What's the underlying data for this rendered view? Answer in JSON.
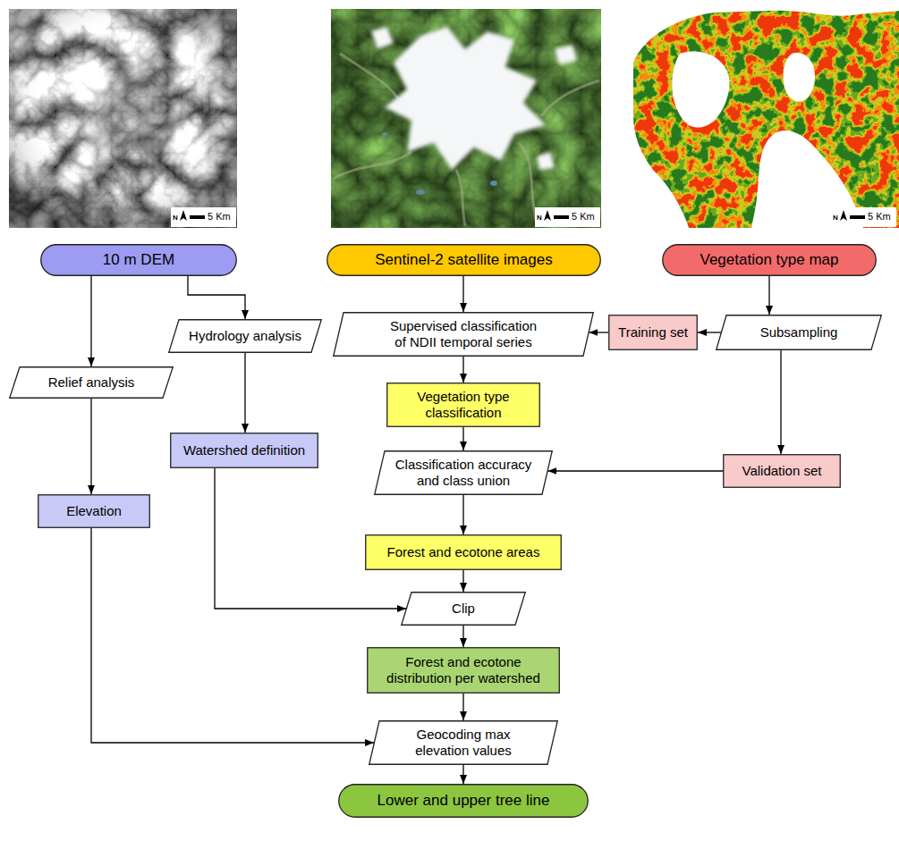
{
  "diagram": {
    "nodes": [
      {
        "text": [
          "10 m DEM"
        ]
      },
      {
        "text": [
          "Sentinel-2 satellite images"
        ]
      },
      {
        "text": [
          "Vegetation type map"
        ]
      },
      {
        "text": [
          "Hydrology analysis"
        ]
      },
      {
        "text": [
          "Supervised classification of NDII temporal series"
        ]
      },
      {
        "text": [
          "Training set"
        ]
      },
      {
        "text": [
          "Subsampling"
        ]
      },
      {
        "text": [
          "Relief analysis"
        ]
      },
      {
        "text": [
          "Vegetation type classification"
        ]
      },
      {
        "text": [
          "Watershed definition"
        ]
      },
      {
        "text": [
          "Classification accuracy and class union"
        ]
      },
      {
        "text": [
          "Validation set"
        ]
      },
      {
        "text": [
          "Elevation"
        ]
      },
      {
        "text": [
          "Forest and ecotone areas"
        ]
      },
      {
        "text": [
          "Clip"
        ]
      },
      {
        "text": [
          "Forest and ecotone distribution per watershed"
        ]
      },
      {
        "text": [
          "Geocoding max elevation values"
        ]
      },
      {
        "text": [
          "Lower and upper tree line"
        ]
      }
    ],
    "edges": [
      {
        "from": 0,
        "to": 7,
        "arrow": "to"
      },
      {
        "from": 0,
        "to": 3,
        "arrow": "to"
      },
      {
        "from": 1,
        "to": 4,
        "arrow": "to"
      },
      {
        "from": 2,
        "to": 6,
        "arrow": "to"
      },
      {
        "from": 6,
        "to": 5,
        "arrow": "to"
      },
      {
        "from": 5,
        "to": 4,
        "arrow": "to"
      },
      {
        "from": 7,
        "to": 12,
        "arrow": "to"
      },
      {
        "from": 3,
        "to": 9,
        "arrow": "to"
      },
      {
        "from": 4,
        "to": 8,
        "arrow": "to"
      },
      {
        "from": 8,
        "to": 10,
        "arrow": "to"
      },
      {
        "from": 6,
        "to": 11,
        "arrow": "to"
      },
      {
        "from": 11,
        "to": 10,
        "arrow": "to"
      },
      {
        "from": 10,
        "to": 13,
        "arrow": "to"
      },
      {
        "from": 13,
        "to": 14,
        "arrow": "to"
      },
      {
        "from": 9,
        "to": 14,
        "arrow": "to"
      },
      {
        "from": 14,
        "to": 15,
        "arrow": "to"
      },
      {
        "from": 15,
        "to": 16,
        "arrow": "to"
      },
      {
        "from": 12,
        "to": 16,
        "arrow": "to"
      },
      {
        "from": 16,
        "to": 17,
        "arrow": "to"
      }
    ],
    "labels": [
      "N",
      "5 Km",
      "N",
      "5 Km",
      "N",
      "5 Km"
    ]
  }
}
